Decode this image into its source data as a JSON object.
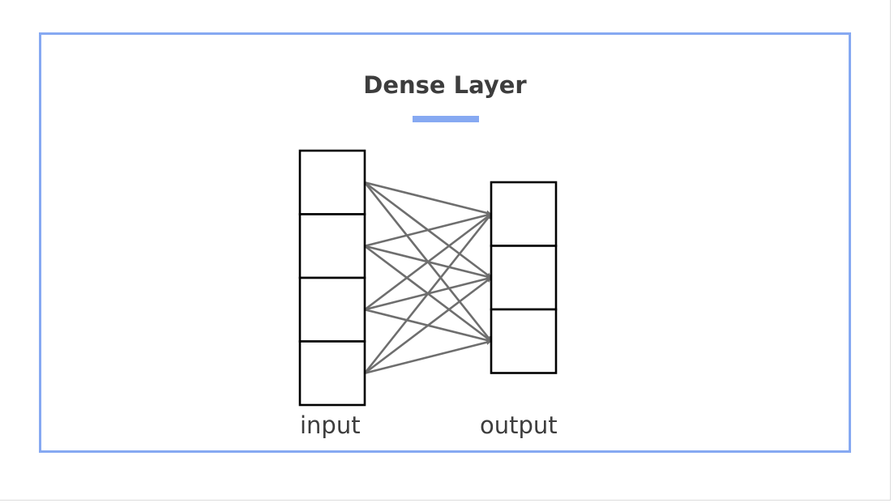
{
  "card": {
    "title": "Dense Layer",
    "accent_color": "#86a9f2"
  },
  "diagram": {
    "input_label": "input",
    "output_label": "output",
    "input_units": 4,
    "output_units": 3,
    "connection_color": "#6e6e6e",
    "box_stroke_color": "#000000"
  }
}
